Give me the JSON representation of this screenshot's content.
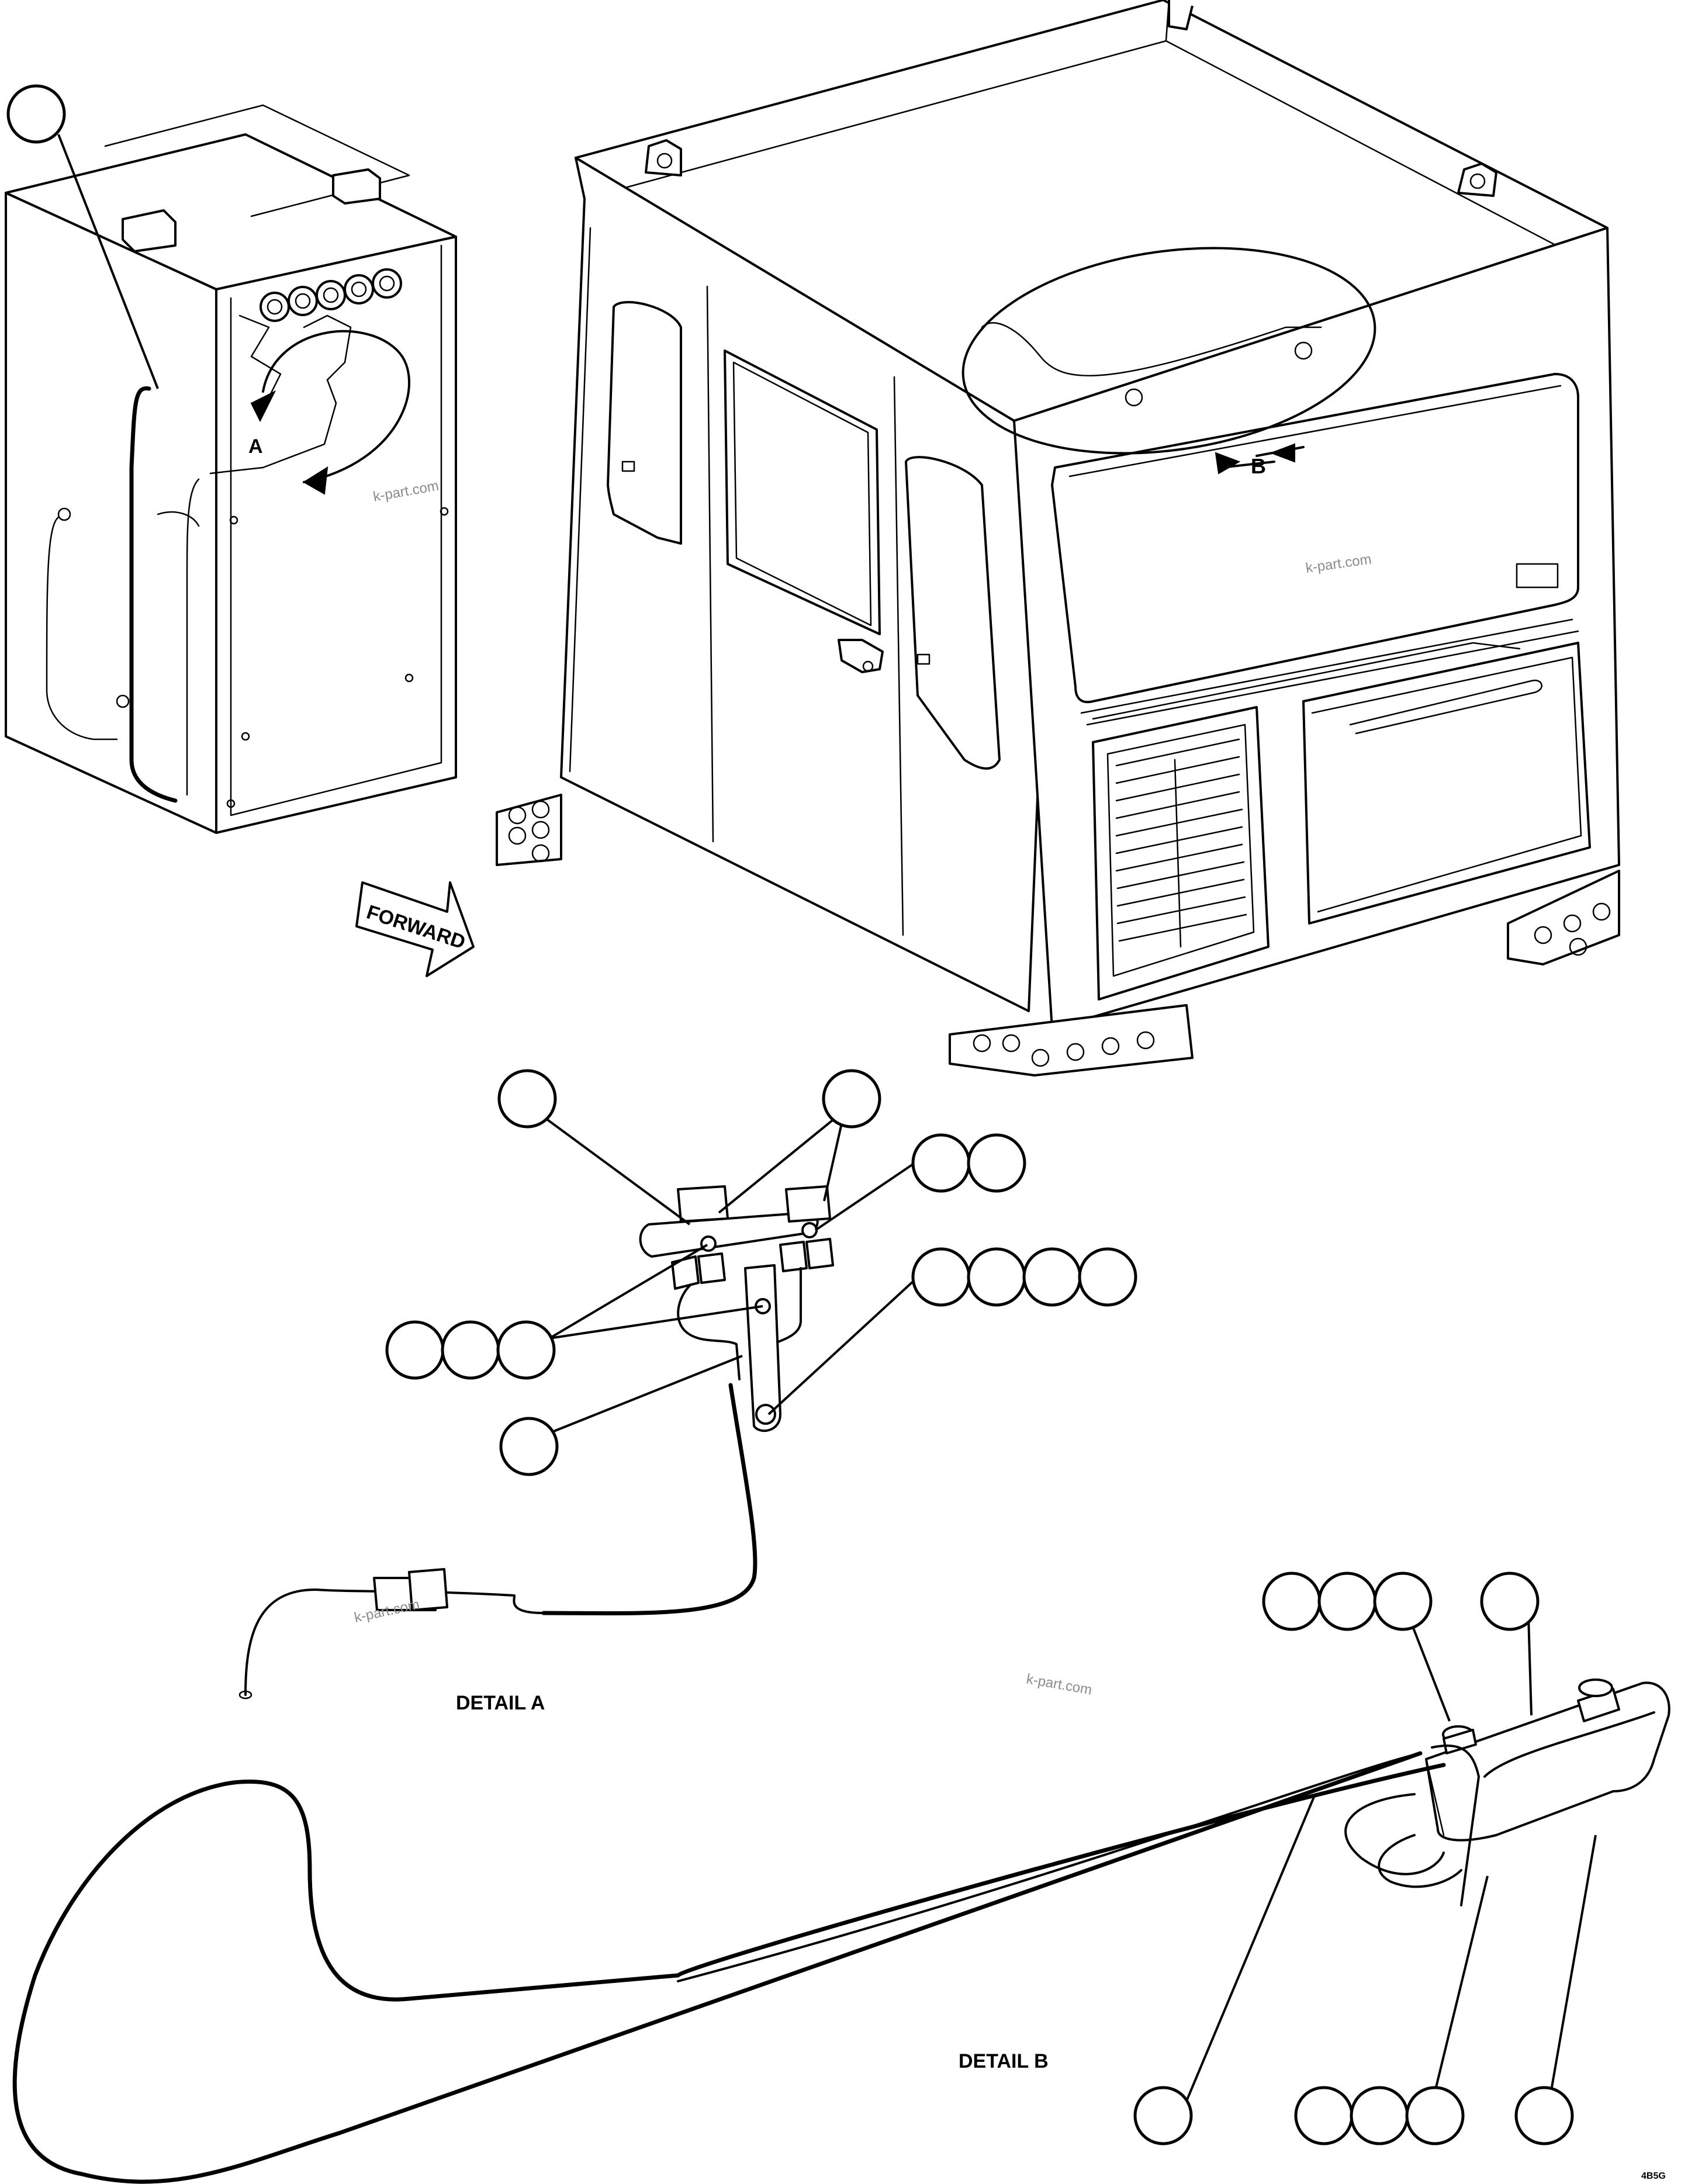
{
  "labels": {
    "view_a": "A",
    "view_b": "B",
    "forward": "FORWARD",
    "detail_a": "DETAIL A",
    "detail_b": "DETAIL B"
  },
  "watermark": "k-part.com",
  "figure_code": "4B5G",
  "colors": {
    "line": "#000000",
    "watermark": "#8a8a8a"
  },
  "callouts": {
    "note": "Reference-number balloons are drawn empty in the original (no numbers printed)."
  }
}
